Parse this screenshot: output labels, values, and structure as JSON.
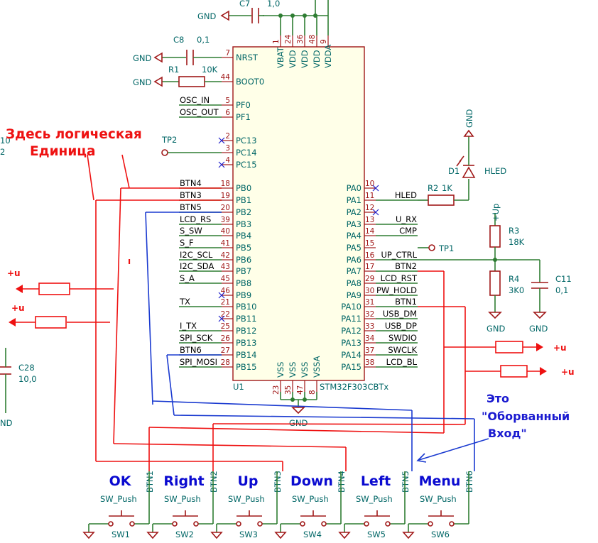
{
  "mcu": {
    "ref": "U1",
    "value": "STM32F303CBTx",
    "top_pins": [
      {
        "num": "1",
        "name": "VBAT"
      },
      {
        "num": "24",
        "name": "VDD"
      },
      {
        "num": "36",
        "name": "VDD"
      },
      {
        "num": "48",
        "name": "VDD"
      },
      {
        "num": "9",
        "name": "VDDA"
      }
    ],
    "bottom_pins": [
      {
        "num": "23",
        "name": "VSS"
      },
      {
        "num": "35",
        "name": "VSS"
      },
      {
        "num": "47",
        "name": "VSS"
      },
      {
        "num": "8",
        "name": "VSSA"
      }
    ],
    "left_pins": [
      {
        "num": "7",
        "name": "NRST",
        "net": ""
      },
      {
        "num": "44",
        "name": "BOOT0",
        "net": ""
      },
      {
        "num": "5",
        "name": "PF0",
        "net": "OSC_IN"
      },
      {
        "num": "6",
        "name": "PF1",
        "net": "OSC_OUT"
      },
      {
        "num": "2",
        "name": "PC13",
        "net": ""
      },
      {
        "num": "3",
        "name": "PC14",
        "net": ""
      },
      {
        "num": "4",
        "name": "PC15",
        "net": ""
      },
      {
        "num": "18",
        "name": "PB0",
        "net": "BTN4"
      },
      {
        "num": "19",
        "name": "PB1",
        "net": "BTN3"
      },
      {
        "num": "20",
        "name": "PB2",
        "net": "BTN5"
      },
      {
        "num": "39",
        "name": "PB3",
        "net": "LCD_RS"
      },
      {
        "num": "40",
        "name": "PB4",
        "net": "S_SW"
      },
      {
        "num": "41",
        "name": "PB5",
        "net": "S_F"
      },
      {
        "num": "42",
        "name": "PB6",
        "net": "I2C_SCL"
      },
      {
        "num": "43",
        "name": "PB7",
        "net": "I2C_SDA"
      },
      {
        "num": "45",
        "name": "PB8",
        "net": "S_A"
      },
      {
        "num": "46",
        "name": "PB9",
        "net": ""
      },
      {
        "num": "21",
        "name": "PB10",
        "net": "TX"
      },
      {
        "num": "22",
        "name": "PB11",
        "net": ""
      },
      {
        "num": "25",
        "name": "PB12",
        "net": "I_TX"
      },
      {
        "num": "26",
        "name": "PB13",
        "net": "SPI_SCK"
      },
      {
        "num": "27",
        "name": "PB14",
        "net": "BTN6"
      },
      {
        "num": "28",
        "name": "PB15",
        "net": "SPI_MOSI"
      }
    ],
    "right_pins": [
      {
        "num": "10",
        "name": "PA0",
        "net": ""
      },
      {
        "num": "11",
        "name": "PA1",
        "net": "HLED"
      },
      {
        "num": "12",
        "name": "PA2",
        "net": ""
      },
      {
        "num": "13",
        "name": "PA3",
        "net": "U_RX"
      },
      {
        "num": "14",
        "name": "PA4",
        "net": "CMP"
      },
      {
        "num": "15",
        "name": "PA5",
        "net": ""
      },
      {
        "num": "16",
        "name": "PA6",
        "net": "UP_CTRL"
      },
      {
        "num": "17",
        "name": "PA7",
        "net": "BTN2"
      },
      {
        "num": "29",
        "name": "PA8",
        "net": "LCD_RST"
      },
      {
        "num": "30",
        "name": "PA9",
        "net": "PW_HOLD"
      },
      {
        "num": "31",
        "name": "PA10",
        "net": "BTN1"
      },
      {
        "num": "32",
        "name": "PA11",
        "net": "USB_DM"
      },
      {
        "num": "33",
        "name": "PA12",
        "net": "USB_DP"
      },
      {
        "num": "34",
        "name": "PA13",
        "net": "SWDIO"
      },
      {
        "num": "37",
        "name": "PA14",
        "net": "SWCLK"
      },
      {
        "num": "38",
        "name": "PA15",
        "net": "LCD_BL"
      }
    ]
  },
  "parts": {
    "c7": {
      "ref": "C7",
      "value": "1,0"
    },
    "c8": {
      "ref": "C8",
      "value": "0,1"
    },
    "r1": {
      "ref": "R1",
      "value": "10K"
    },
    "c28": {
      "ref": "C28",
      "value": "10,0"
    },
    "r2": {
      "ref": "R2",
      "value": "1K"
    },
    "d1": {
      "ref": "D1",
      "value": "HLED"
    },
    "r3": {
      "ref": "R3",
      "value": "18K"
    },
    "r4": {
      "ref": "R4",
      "value": "3K0"
    },
    "c11": {
      "ref": "C11",
      "value": "0,1"
    },
    "tp1": "TP1",
    "tp2": "TP2",
    "up_label": "+Up",
    "edge_ref": "10",
    "edge_val": "2"
  },
  "power": {
    "gnd": "GND",
    "edge_gnd": "ND",
    "plus_u": "+u"
  },
  "switches": [
    {
      "label": "OK",
      "net": "BTN1",
      "value": "SW_Push",
      "ref": "SW1"
    },
    {
      "label": "Right",
      "net": "BTN2",
      "value": "SW_Push",
      "ref": "SW2"
    },
    {
      "label": "Up",
      "net": "BTN3",
      "value": "SW_Push",
      "ref": "SW3"
    },
    {
      "label": "Down",
      "net": "BTN4",
      "value": "SW_Push",
      "ref": "SW4"
    },
    {
      "label": "Left",
      "net": "BTN5",
      "value": "SW_Push",
      "ref": "SW5"
    },
    {
      "label": "Menu",
      "net": "BTN6",
      "value": "SW_Push",
      "ref": "SW6"
    }
  ],
  "annotations": {
    "logic_one_line1": "Здесь логическая",
    "logic_one_line2": "Единица",
    "broken_input_line1": "Это",
    "broken_input_line2": "\"Оборванный",
    "broken_input_line3": "Вход\"",
    "tick_mark": "ı"
  },
  "colors": {
    "wire": "#2e7d32",
    "component": "#a01818",
    "label_teal": "#006666",
    "annotation_red": "#ee1111",
    "annotation_blue": "#1a1ad0"
  }
}
